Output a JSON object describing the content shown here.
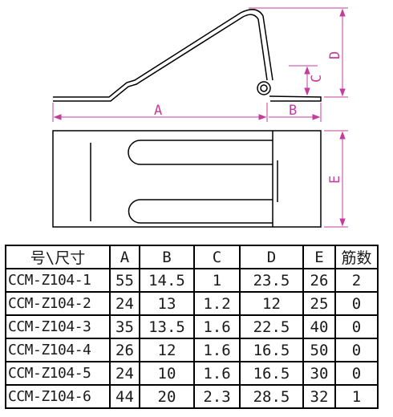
{
  "drawing": {
    "dim_labels": {
      "A": "A",
      "B": "B",
      "C": "C",
      "D": "D",
      "E": "E"
    },
    "colors": {
      "outline": "#000000",
      "dimension": "#c43c9c"
    }
  },
  "table": {
    "headers": [
      "号\\尺寸",
      "A",
      "B",
      "C",
      "D",
      "E",
      "筋数"
    ],
    "rows": [
      [
        "CCM-Z104-1",
        "55",
        "14.5",
        "1",
        "23.5",
        "26",
        "2"
      ],
      [
        "CCM-Z104-2",
        "24",
        "13",
        "1.2",
        "12",
        "25",
        "0"
      ],
      [
        "CCM-Z104-3",
        "35",
        "13.5",
        "1.6",
        "22.5",
        "40",
        "0"
      ],
      [
        "CCM-Z104-4",
        "26",
        "12",
        "1.6",
        "16.5",
        "50",
        "0"
      ],
      [
        "CCM-Z104-5",
        "24",
        "10",
        "1.6",
        "16.5",
        "30",
        "0"
      ],
      [
        "CCM-Z104-6",
        "44",
        "20",
        "2.3",
        "28.5",
        "32",
        "1"
      ]
    ]
  }
}
